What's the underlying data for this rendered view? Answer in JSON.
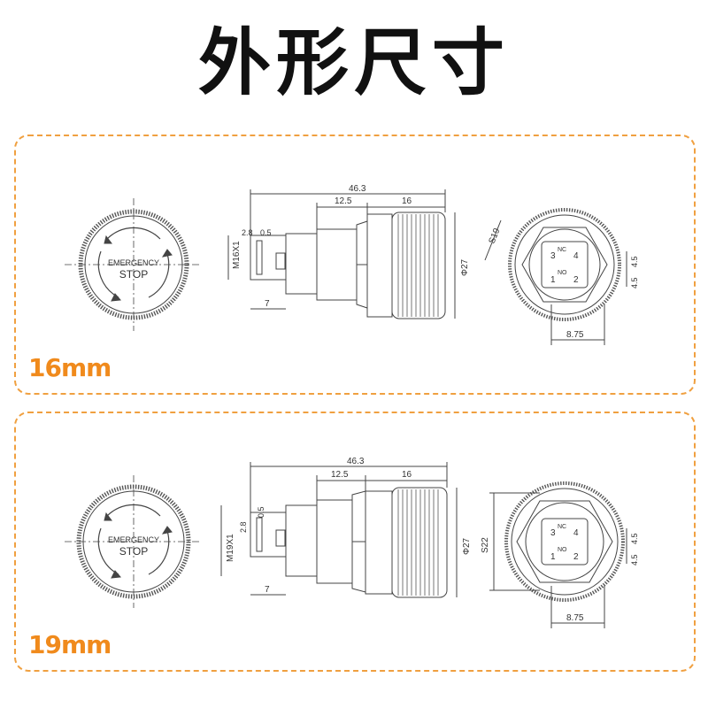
{
  "title": "外形尺寸",
  "colors": {
    "accent": "#f08a1c",
    "border": "#f0a040",
    "ink": "#333333"
  },
  "panels": [
    {
      "label": "16mm",
      "button": {
        "line1": "EMERGENCY",
        "line2": "STOP"
      },
      "dims": {
        "overall": "46.3",
        "mid": "12.5",
        "head": "16",
        "pin_gap": "0.5",
        "pin_h": "2.8",
        "thread": "M16X1",
        "pin_len": "7",
        "dia": "Φ27",
        "nut": "S19",
        "pitch_a": "4.5",
        "pitch_b": "4.5",
        "width": "8.75"
      },
      "pins": [
        "3",
        "4",
        "1",
        "2"
      ],
      "pin_codes": [
        "NC",
        "NO"
      ]
    },
    {
      "label": "19mm",
      "button": {
        "line1": "EMERGENCY",
        "line2": "STOP"
      },
      "dims": {
        "overall": "46.3",
        "mid": "12.5",
        "head": "16",
        "pin_gap": "0.5",
        "pin_h": "2.8",
        "thread": "M19X1",
        "pin_len": "7",
        "dia": "Φ27",
        "nut": "S22",
        "pitch_a": "4.5",
        "pitch_b": "4.5",
        "width": "8.75"
      },
      "pins": [
        "3",
        "4",
        "1",
        "2"
      ],
      "pin_codes": [
        "NC",
        "NO"
      ]
    }
  ]
}
